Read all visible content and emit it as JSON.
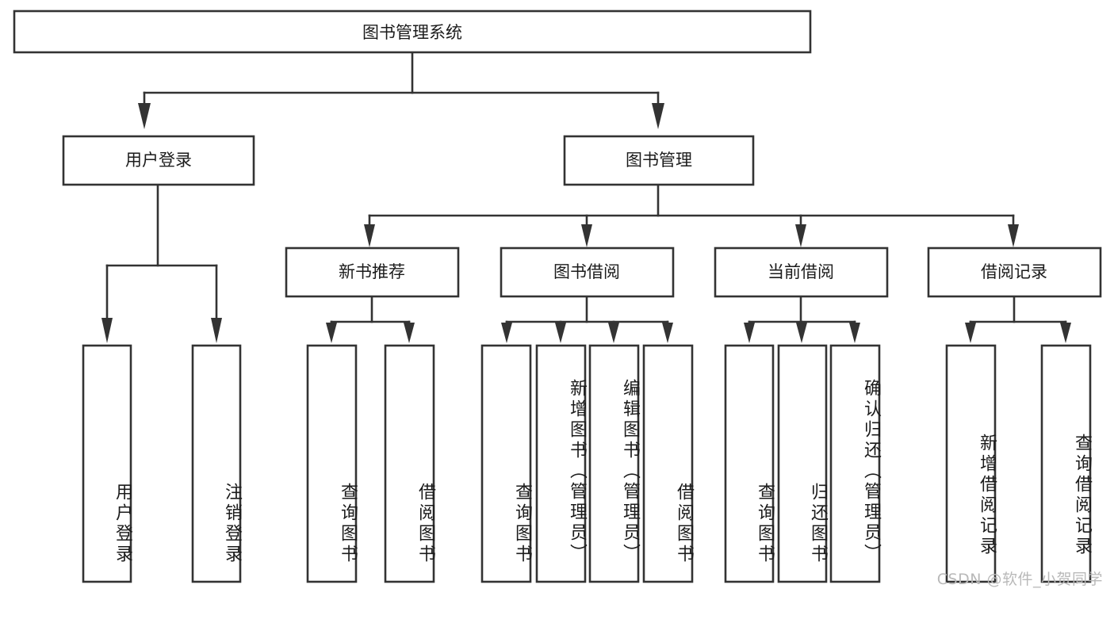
{
  "diagram": {
    "type": "tree",
    "title": "图书管理系统",
    "watermark": "CSDN @软件_小贺同学",
    "colors": {
      "stroke": "#333333",
      "fill": "#ffffff",
      "text": "#1b1b1b",
      "watermark": "#b9b9b9"
    },
    "nodes": {
      "root": {
        "label": "图书管理系统"
      },
      "level2": [
        {
          "id": "user-login",
          "label": "用户登录"
        },
        {
          "id": "book-manage",
          "label": "图书管理"
        }
      ],
      "level3": [
        {
          "id": "new-book-recommend",
          "label": "新书推荐"
        },
        {
          "id": "book-borrow",
          "label": "图书借阅"
        },
        {
          "id": "current-borrow",
          "label": "当前借阅"
        },
        {
          "id": "borrow-record",
          "label": "借阅记录"
        }
      ],
      "leaves": {
        "user_login": [
          {
            "id": "leaf-user-login",
            "label": "用户登录"
          },
          {
            "id": "leaf-user-logout",
            "label": "注销登录"
          }
        ],
        "new_book_recommend": [
          {
            "id": "leaf-query-book-1",
            "label": "查询图书"
          },
          {
            "id": "leaf-borrow-book-1",
            "label": "借阅图书"
          }
        ],
        "book_borrow": [
          {
            "id": "leaf-query-book-2",
            "label": "查询图书"
          },
          {
            "id": "leaf-add-book-admin",
            "label": "新增图书（管理员）"
          },
          {
            "id": "leaf-edit-book-admin",
            "label": "编辑图书（管理员）"
          },
          {
            "id": "leaf-borrow-book-2",
            "label": "借阅图书"
          }
        ],
        "current_borrow": [
          {
            "id": "leaf-query-book-3",
            "label": "查询图书"
          },
          {
            "id": "leaf-return-book",
            "label": "归还图书"
          },
          {
            "id": "leaf-confirm-return-admin",
            "label": "确认归还（管理员）"
          }
        ],
        "borrow_record": [
          {
            "id": "leaf-add-borrow-record",
            "label": "新增借阅记录"
          },
          {
            "id": "leaf-query-borrow-record",
            "label": "查询借阅记录"
          }
        ]
      }
    }
  }
}
